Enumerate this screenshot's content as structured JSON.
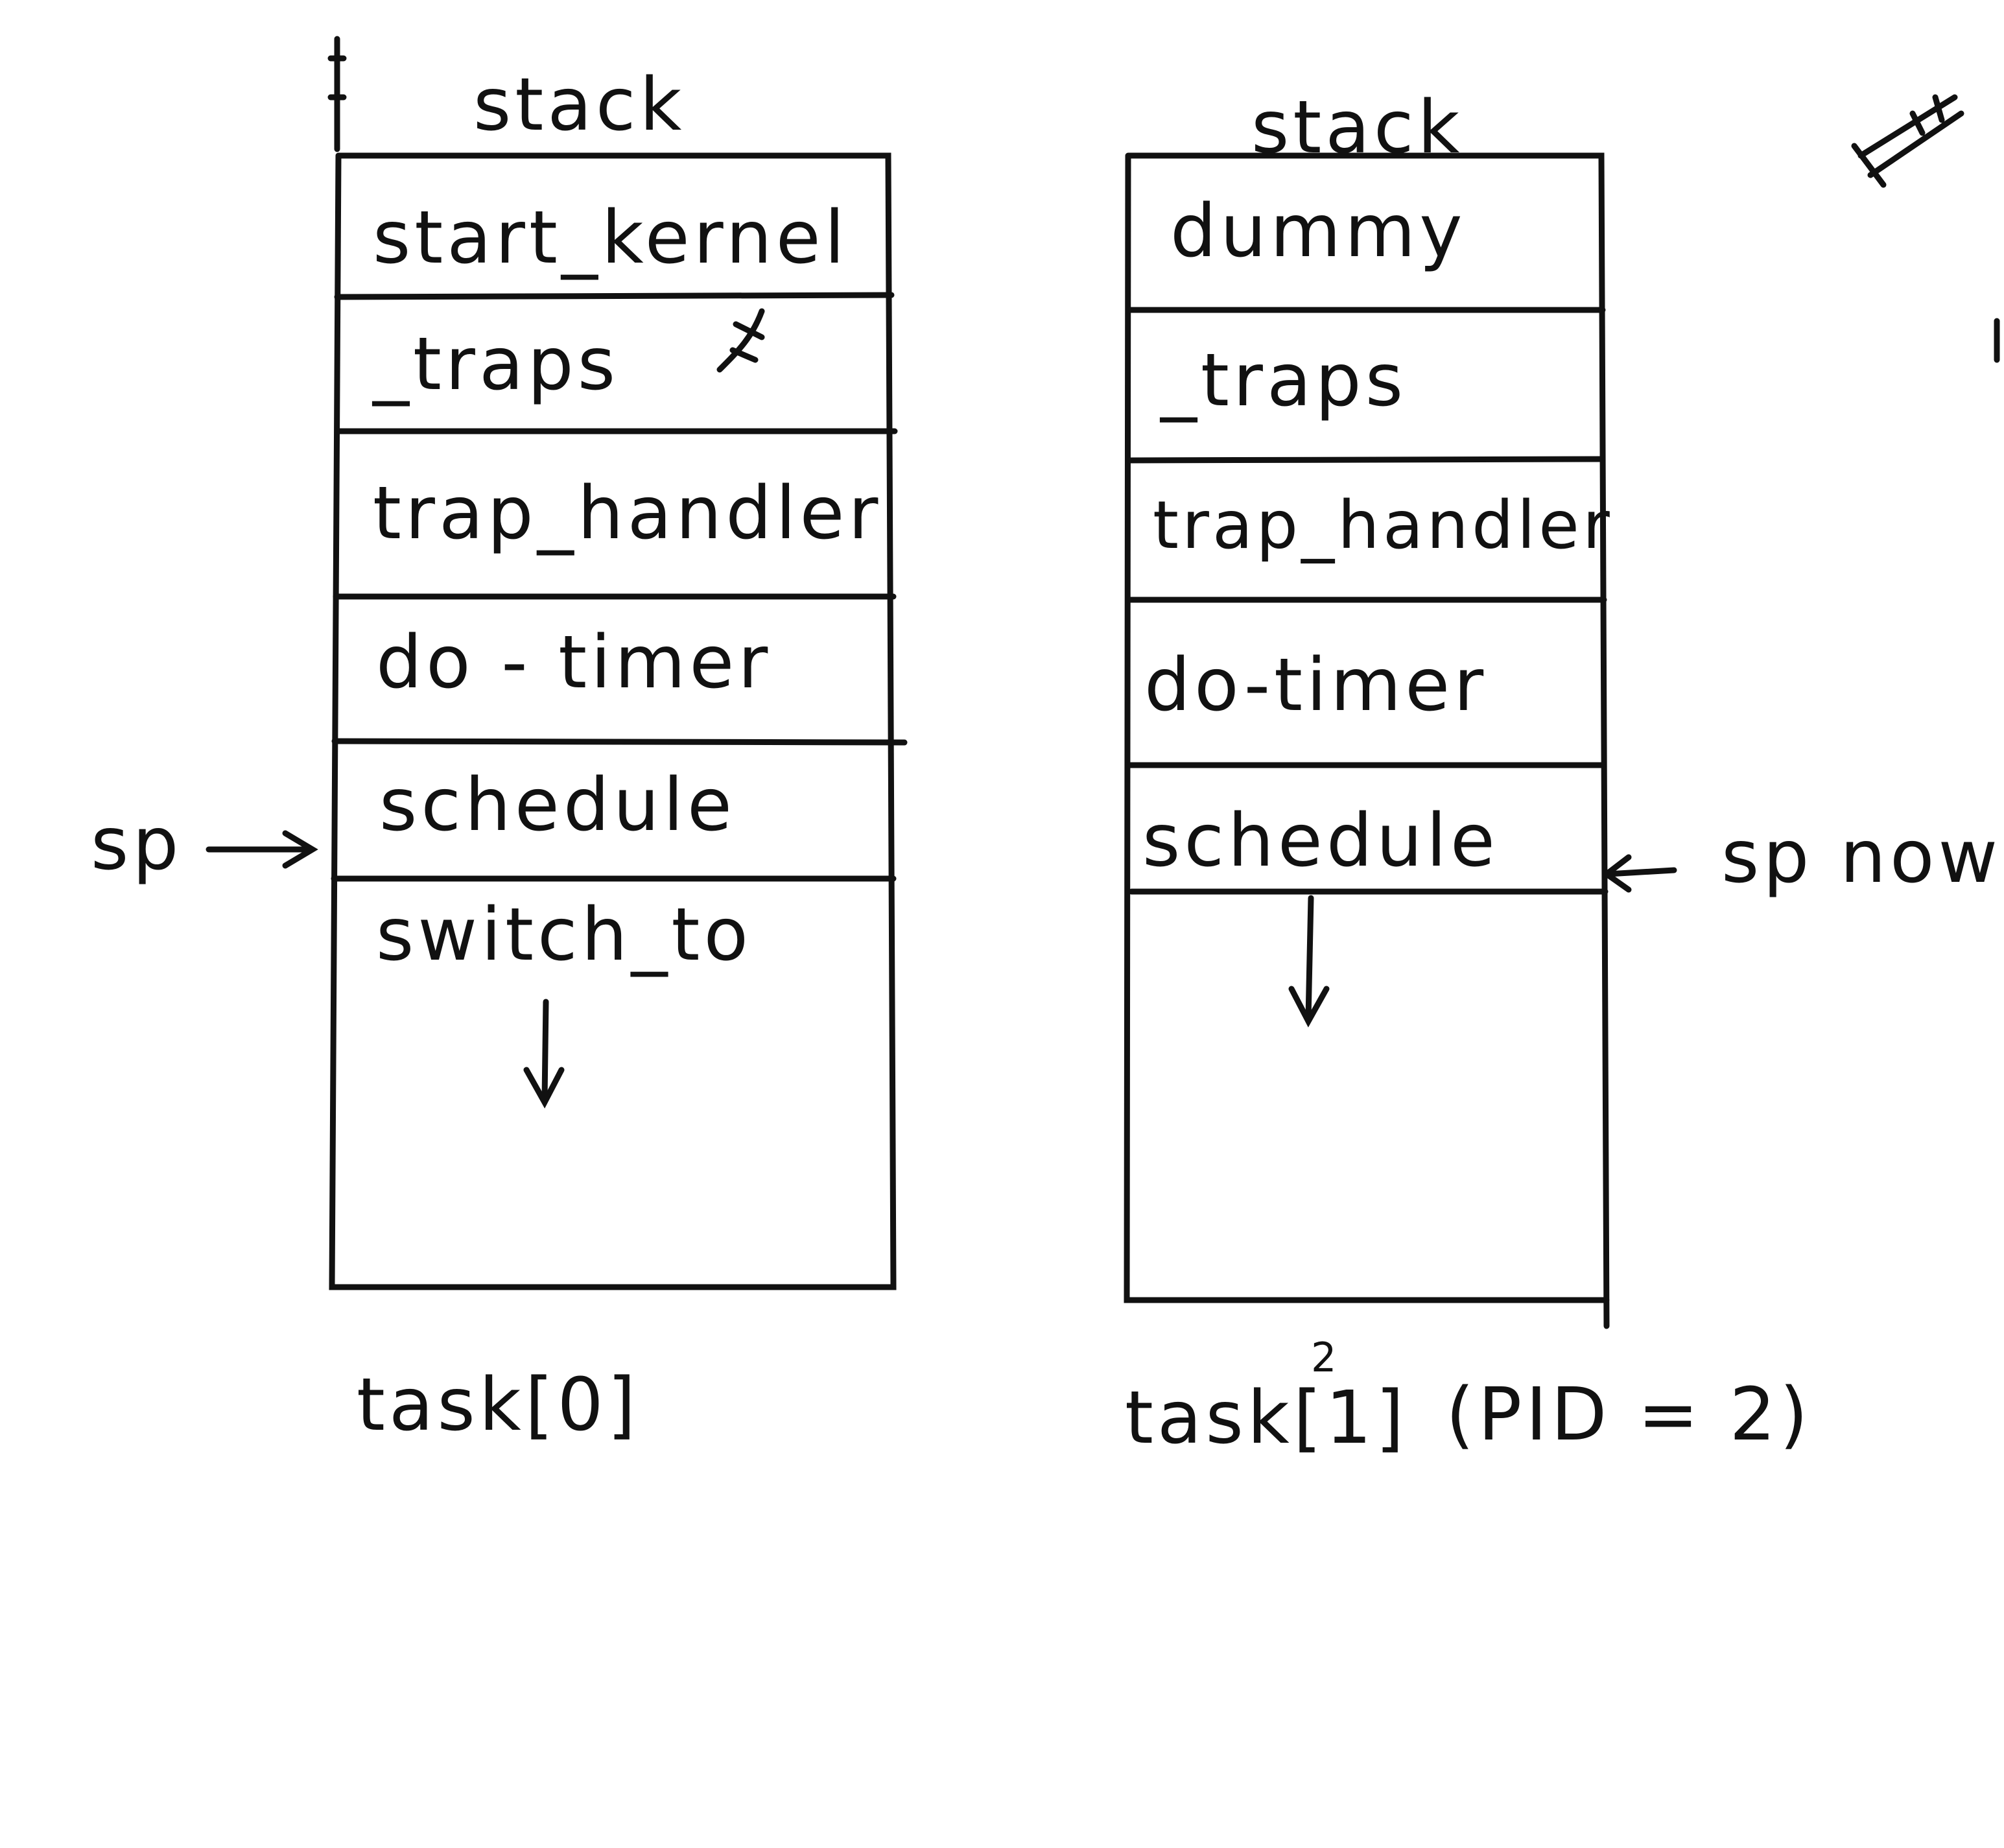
{
  "stacks": {
    "left": {
      "header": "stack",
      "frames": [
        "start_kernel",
        "_traps",
        "trap_handler",
        "do - timer",
        "schedule",
        "switch_to"
      ],
      "caption": "task[0]",
      "pointer": "sp"
    },
    "right": {
      "header": "stack",
      "frames": [
        "dummy",
        "_traps",
        "trap_handler",
        "do-timer",
        "schedule"
      ],
      "caption": "task[1]",
      "caption_correction": "2",
      "caption_note": "(PID = 2)",
      "pointer": "sp now"
    }
  },
  "colors": {
    "ink": "#111111",
    "paper": "#ffffff"
  },
  "icons": {
    "grow_arrow": "arrow-down-icon",
    "pointer_arrow_left": "arrow-right-icon",
    "pointer_arrow_right": "arrow-left-icon",
    "scribbles": "scribble-mark"
  }
}
